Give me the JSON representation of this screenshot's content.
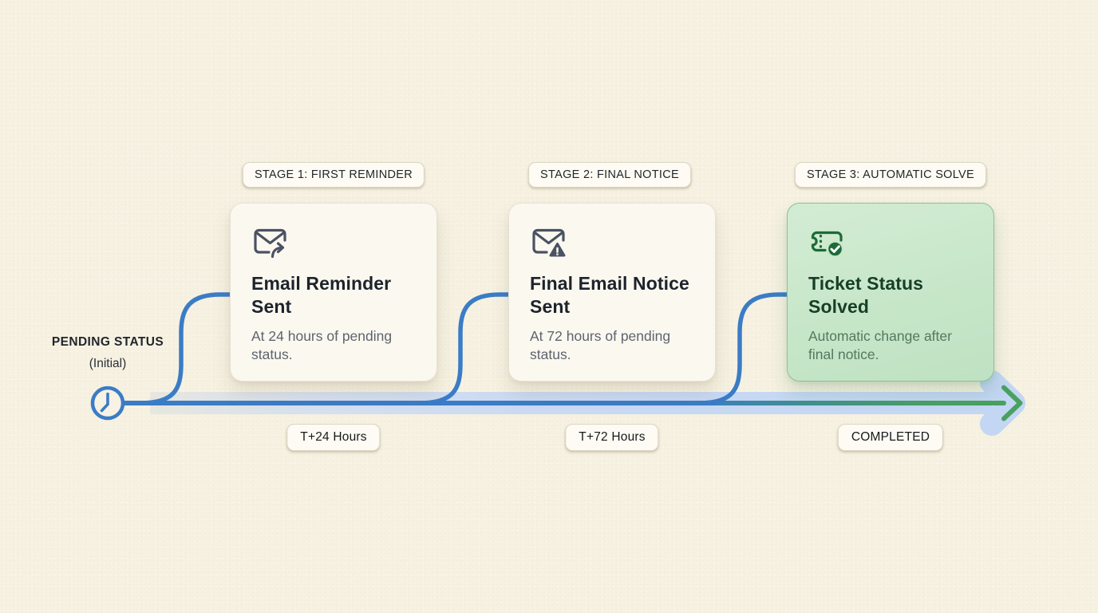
{
  "diagram_title": "pending-ticket escalation timeline",
  "start": {
    "label": "PENDING STATUS",
    "sublabel": "(Initial)",
    "icon": "clock-icon"
  },
  "timeline": {
    "direction": "left-to-right",
    "band_color": "#c3d6f3",
    "line_color_start": "#3b7cc6",
    "line_color_end": "#49a160",
    "arrow_icon": "arrow-right-icon"
  },
  "stages": [
    {
      "badge": "STAGE 1: FIRST REMINDER",
      "icon": "email-forward-icon",
      "title": "Email Reminder Sent",
      "description": "At 24 hours of pending status.",
      "milestone": "T+24 Hours",
      "highlighted": false
    },
    {
      "badge": "STAGE 2: FINAL NOTICE",
      "icon": "email-alert-icon",
      "title": "Final Email Notice Sent",
      "description": "At 72 hours of pending status.",
      "milestone": "T+72 Hours",
      "highlighted": false
    },
    {
      "badge": "STAGE 3: AUTOMATIC SOLVE",
      "icon": "ticket-check-icon",
      "title": "Ticket Status Solved",
      "description": "Automatic change after final notice.",
      "milestone": "COMPLETED",
      "highlighted": true
    }
  ],
  "colors": {
    "background": "#f6f1e1",
    "blue": "#3b7cc6",
    "light_blue_band": "#c3d6f3",
    "green": "#49a160",
    "card_bg": "#fbf8f0",
    "highlight_card_bg": "#c9e7cb",
    "icon_slate": "#4a5263",
    "icon_green": "#1c6b38",
    "title_text": "#1d232c",
    "desc_text": "#5d646e"
  }
}
